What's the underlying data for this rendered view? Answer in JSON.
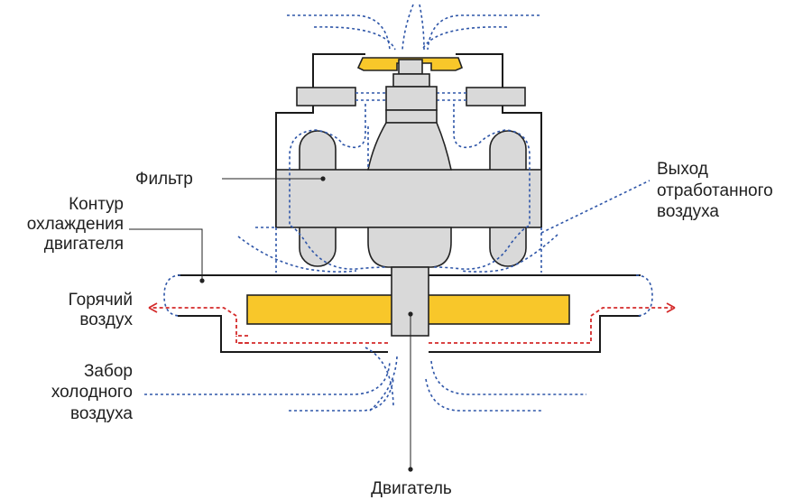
{
  "labels": {
    "filter": "Фильтр",
    "cooling_l1": "Контур",
    "cooling_l2": "охлаждения",
    "cooling_l3": "двигателя",
    "hot_l1": "Горячий",
    "hot_l2": "воздух",
    "intake_l1": "Забор",
    "intake_l2": "холодного",
    "intake_l3": "воздуха",
    "exhaust_l1": "Выход",
    "exhaust_l2": "отработанного",
    "exhaust_l3": "воздуха",
    "motor": "Двигатель"
  },
  "colors": {
    "cool_air": "#2f56a8",
    "hot_air": "#d42a2a",
    "motor_yellow": "#f8c72a",
    "housing_grey": "#d9d9d9",
    "outline": "#1a1a1a"
  }
}
